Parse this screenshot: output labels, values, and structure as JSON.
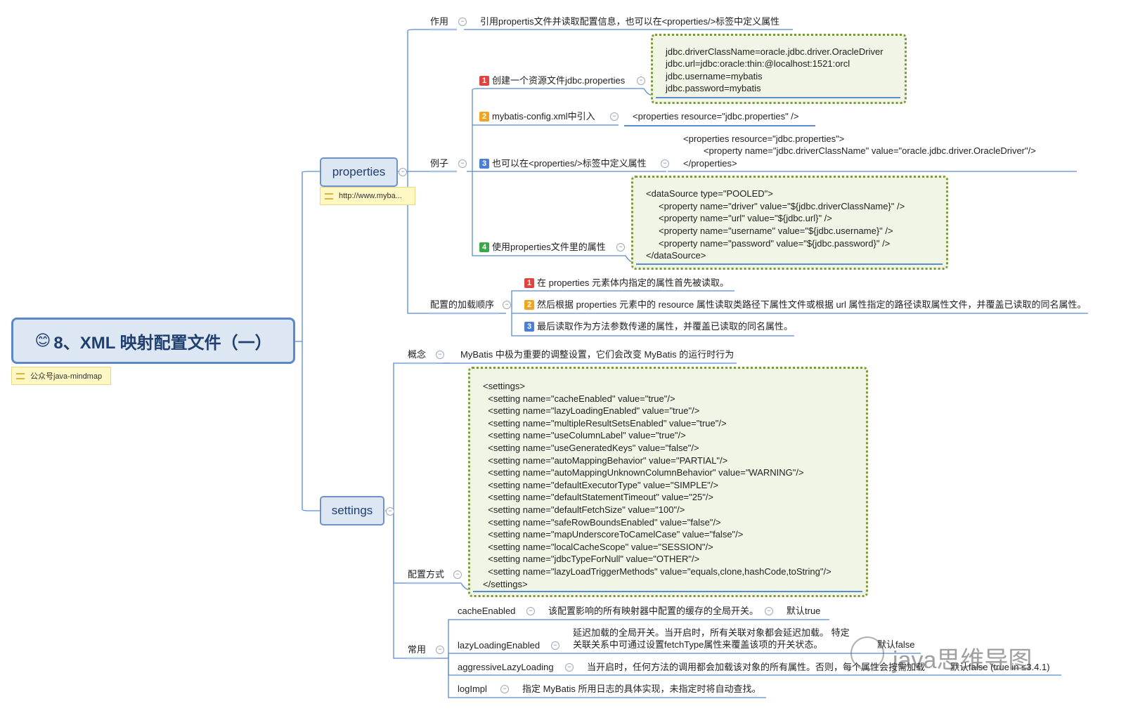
{
  "root": {
    "emoji": "😊",
    "title": "8、XML 映射配置文件（一）",
    "note": "公众号java-mindmap"
  },
  "properties": {
    "label": "properties",
    "note": "http://www.myba...",
    "zuoyong": {
      "label": "作用",
      "text": "引用propertis文件并读取配置信息，也可以在<properties/>标签中定义属性"
    },
    "lizi": {
      "label": "例子",
      "items": [
        {
          "num": "1",
          "label": "创建一个资源文件jdbc.properties",
          "code": [
            "jdbc.driverClassName=oracle.jdbc.driver.OracleDriver",
            "jdbc.url=jdbc:oracle:thin:@localhost:1521:orcl",
            "jdbc.username=mybatis",
            "jdbc.password=mybatis"
          ]
        },
        {
          "num": "2",
          "label": "mybatis-config.xml中引入",
          "text": "<properties resource=\"jdbc.properties\" />"
        },
        {
          "num": "3",
          "label": "也可以在<properties/>标签中定义属性",
          "code": [
            "<properties resource=\"jdbc.properties\">",
            "        <property name=\"jdbc.driverClassName\" value=\"oracle.jdbc.driver.OracleDriver\"/>",
            "</properties>"
          ]
        },
        {
          "num": "4",
          "label": "使用properties文件里的属性",
          "code": [
            "<dataSource type=\"POOLED\">",
            "     <property name=\"driver\" value=\"${jdbc.driverClassName}\" />",
            "     <property name=\"url\" value=\"${jdbc.url}\" />",
            "     <property name=\"username\" value=\"${jdbc.username}\" />",
            "     <property name=\"password\" value=\"${jdbc.password}\" />",
            "</dataSource>"
          ]
        }
      ]
    },
    "order": {
      "label": "配置的加载顺序",
      "items": [
        {
          "num": "1",
          "text": "在 properties 元素体内指定的属性首先被读取。"
        },
        {
          "num": "2",
          "text": "然后根据 properties 元素中的 resource 属性读取类路径下属性文件或根据 url 属性指定的路径读取属性文件，并覆盖已读取的同名属性。"
        },
        {
          "num": "3",
          "text": "最后读取作为方法参数传递的属性，并覆盖已读取的同名属性。"
        }
      ]
    }
  },
  "settings": {
    "label": "settings",
    "concept": {
      "label": "概念",
      "text": "MyBatis 中极为重要的调整设置，它们会改变 MyBatis 的运行时行为"
    },
    "config": {
      "label": "配置方式",
      "code": [
        "<settings>",
        "  <setting name=\"cacheEnabled\" value=\"true\"/>",
        "  <setting name=\"lazyLoadingEnabled\" value=\"true\"/>",
        "  <setting name=\"multipleResultSetsEnabled\" value=\"true\"/>",
        "  <setting name=\"useColumnLabel\" value=\"true\"/>",
        "  <setting name=\"useGeneratedKeys\" value=\"false\"/>",
        "  <setting name=\"autoMappingBehavior\" value=\"PARTIAL\"/>",
        "  <setting name=\"autoMappingUnknownColumnBehavior\" value=\"WARNING\"/>",
        "  <setting name=\"defaultExecutorType\" value=\"SIMPLE\"/>",
        "  <setting name=\"defaultStatementTimeout\" value=\"25\"/>",
        "  <setting name=\"defaultFetchSize\" value=\"100\"/>",
        "  <setting name=\"safeRowBoundsEnabled\" value=\"false\"/>",
        "  <setting name=\"mapUnderscoreToCamelCase\" value=\"false\"/>",
        "  <setting name=\"localCacheScope\" value=\"SESSION\"/>",
        "  <setting name=\"jdbcTypeForNull\" value=\"OTHER\"/>",
        "  <setting name=\"lazyLoadTriggerMethods\" value=\"equals,clone,hashCode,toString\"/>",
        "</settings>"
      ]
    },
    "common": {
      "label": "常用",
      "items": [
        {
          "name": "cacheEnabled",
          "desc": "该配置影响的所有映射器中配置的缓存的全局开关。",
          "default": "默认true"
        },
        {
          "name": "lazyLoadingEnabled",
          "desc": "延迟加载的全局开关。当开启时，所有关联对象都会延迟加载。 特定",
          "desc2": "关联关系中可通过设置fetchType属性来覆盖该项的开关状态。",
          "default": "默认false"
        },
        {
          "name": "aggressiveLazyLoading",
          "desc": "当开启时，任何方法的调用都会加载该对象的所有属性。否则，每个属性会按需加载",
          "default": "默认false (true in ≤3.4.1)"
        },
        {
          "name": "logImpl",
          "desc": "指定 MyBatis 所用日志的具体实现，未指定时将自动查找。"
        }
      ]
    }
  },
  "watermark": "java思维导图",
  "colors": {
    "line": "#5b8bd0",
    "root_bg": "#dde7f4",
    "code_border": "#7c9a3c",
    "code_bg": "#f1f5e6",
    "note_bg": "#fff8c4"
  }
}
